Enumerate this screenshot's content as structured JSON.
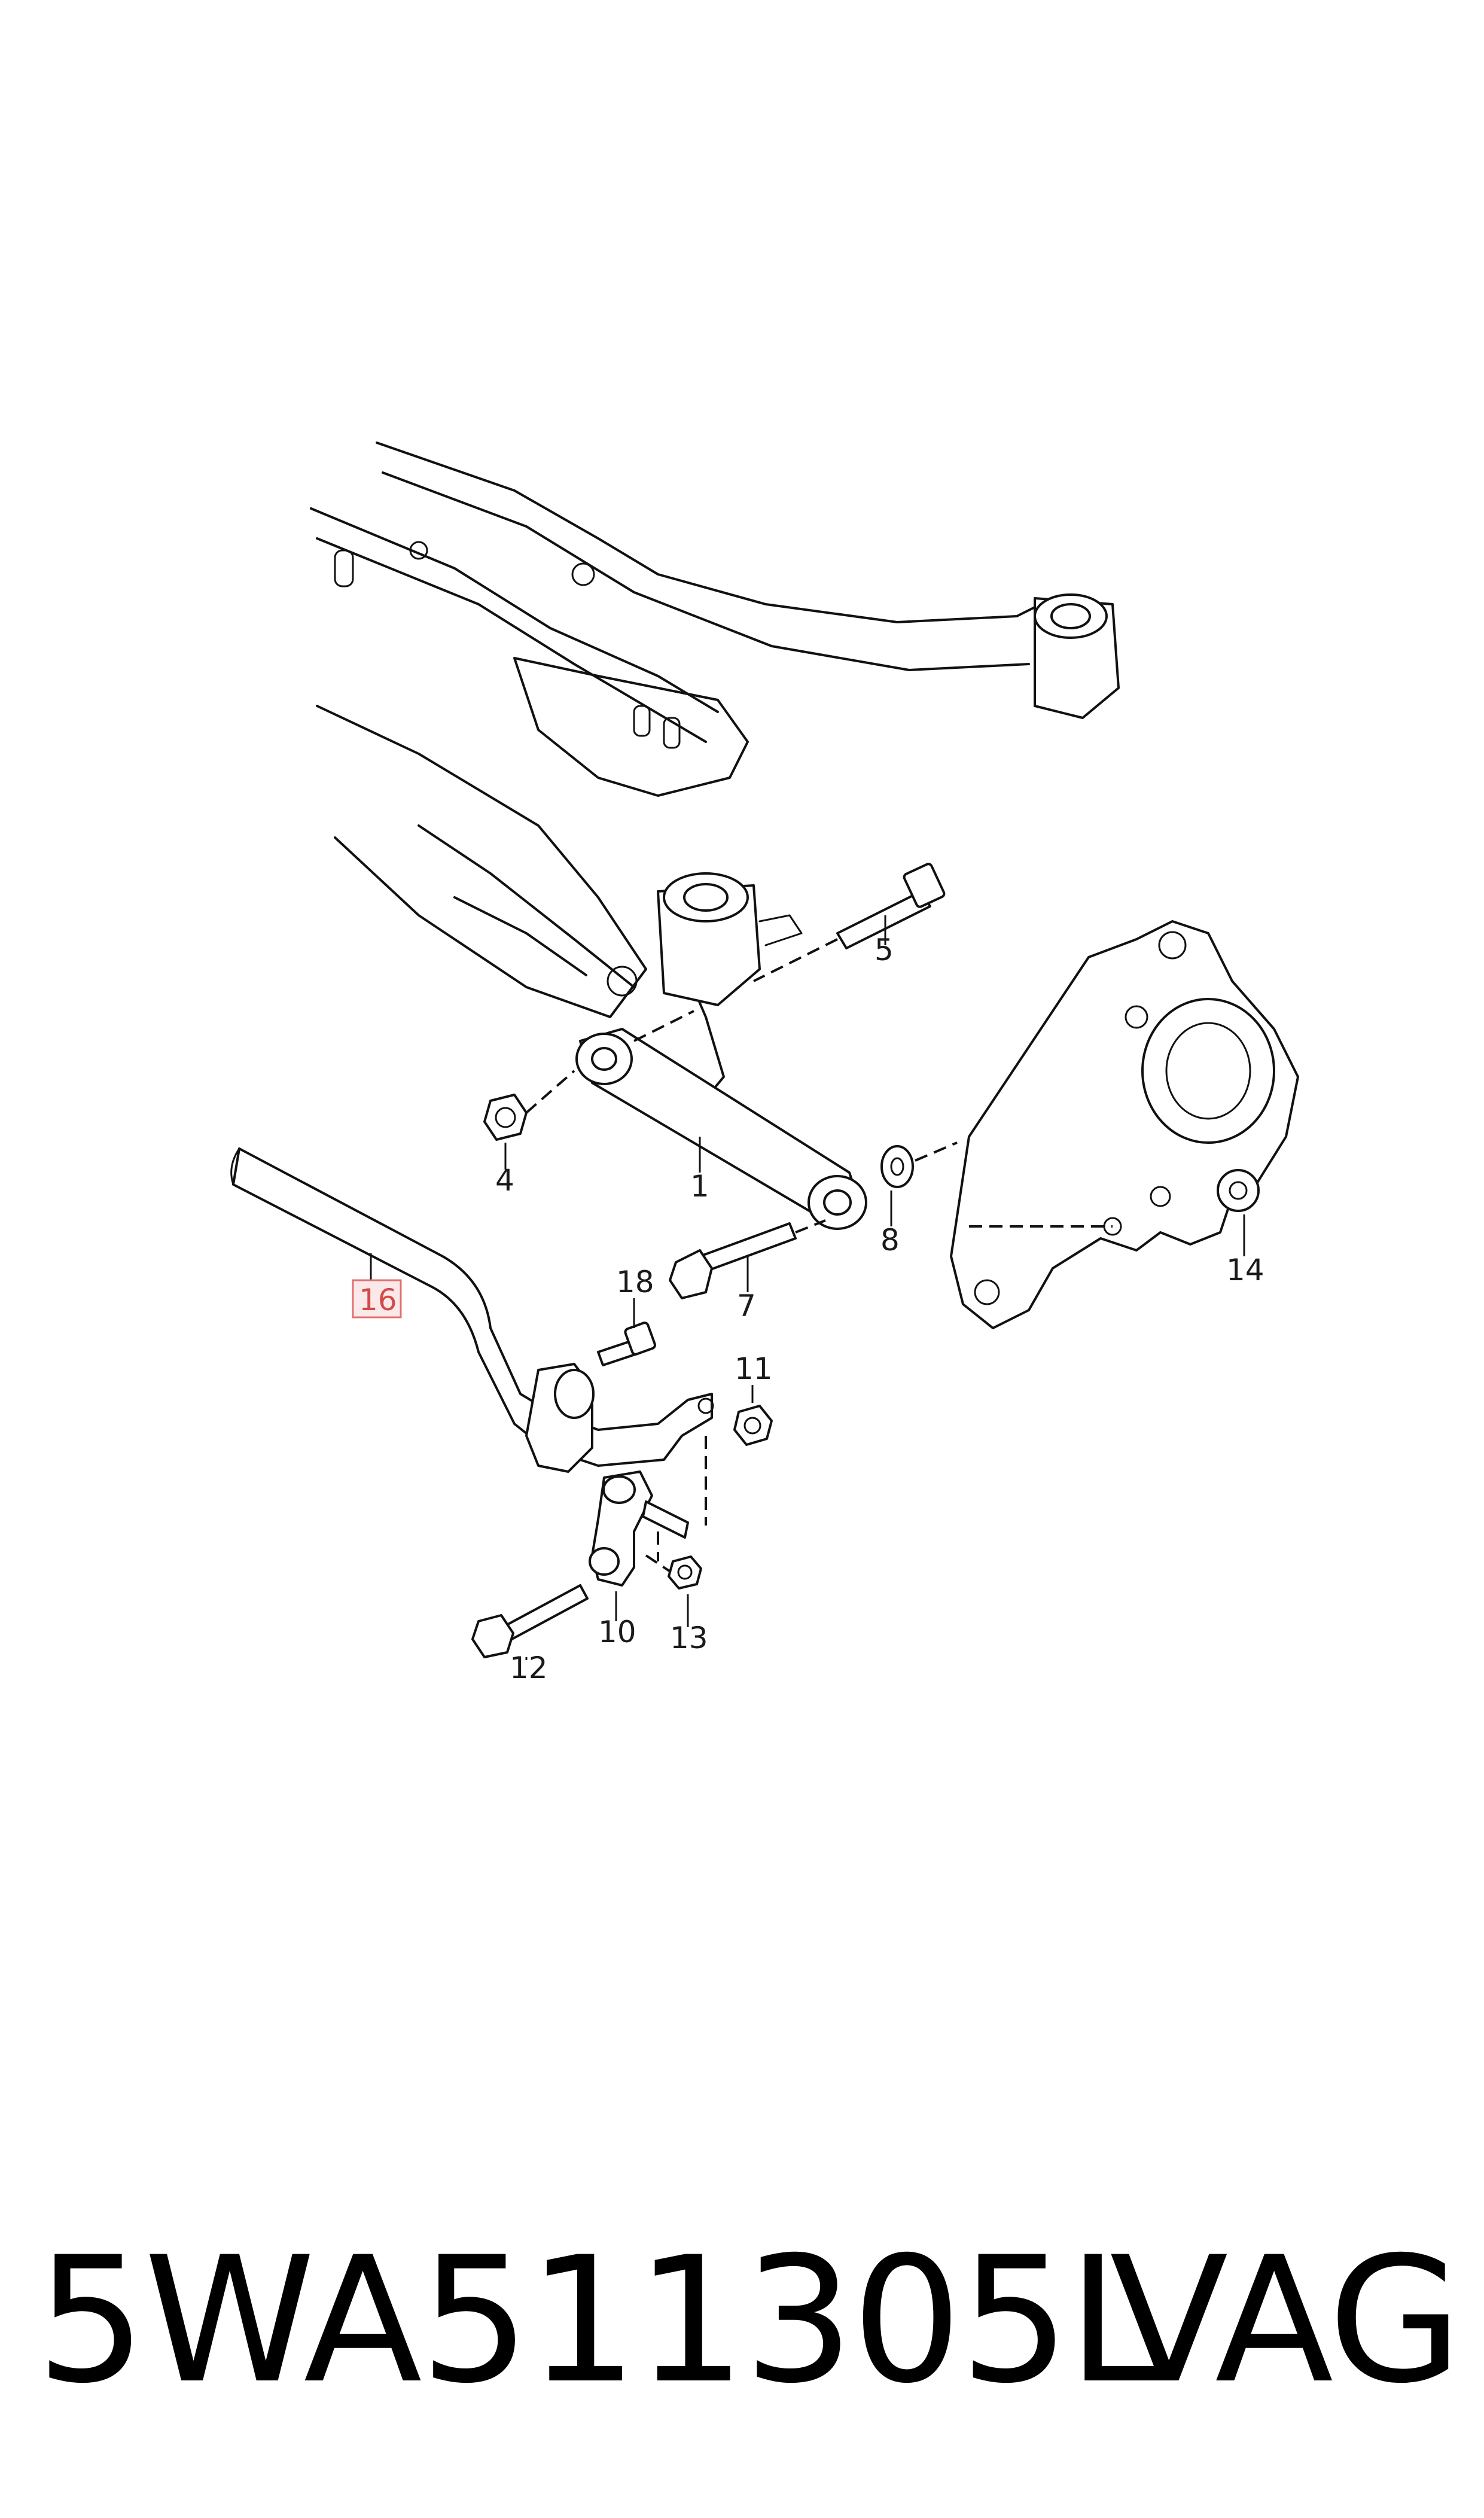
{
  "diagram": {
    "callouts": [
      "1",
      "4",
      "5",
      "7",
      "8",
      "10",
      "11",
      "12",
      "13",
      "14",
      "18"
    ],
    "highlighted_callout": "16"
  },
  "footer": {
    "part_number": "5WA511305L",
    "brand": "VAG"
  }
}
